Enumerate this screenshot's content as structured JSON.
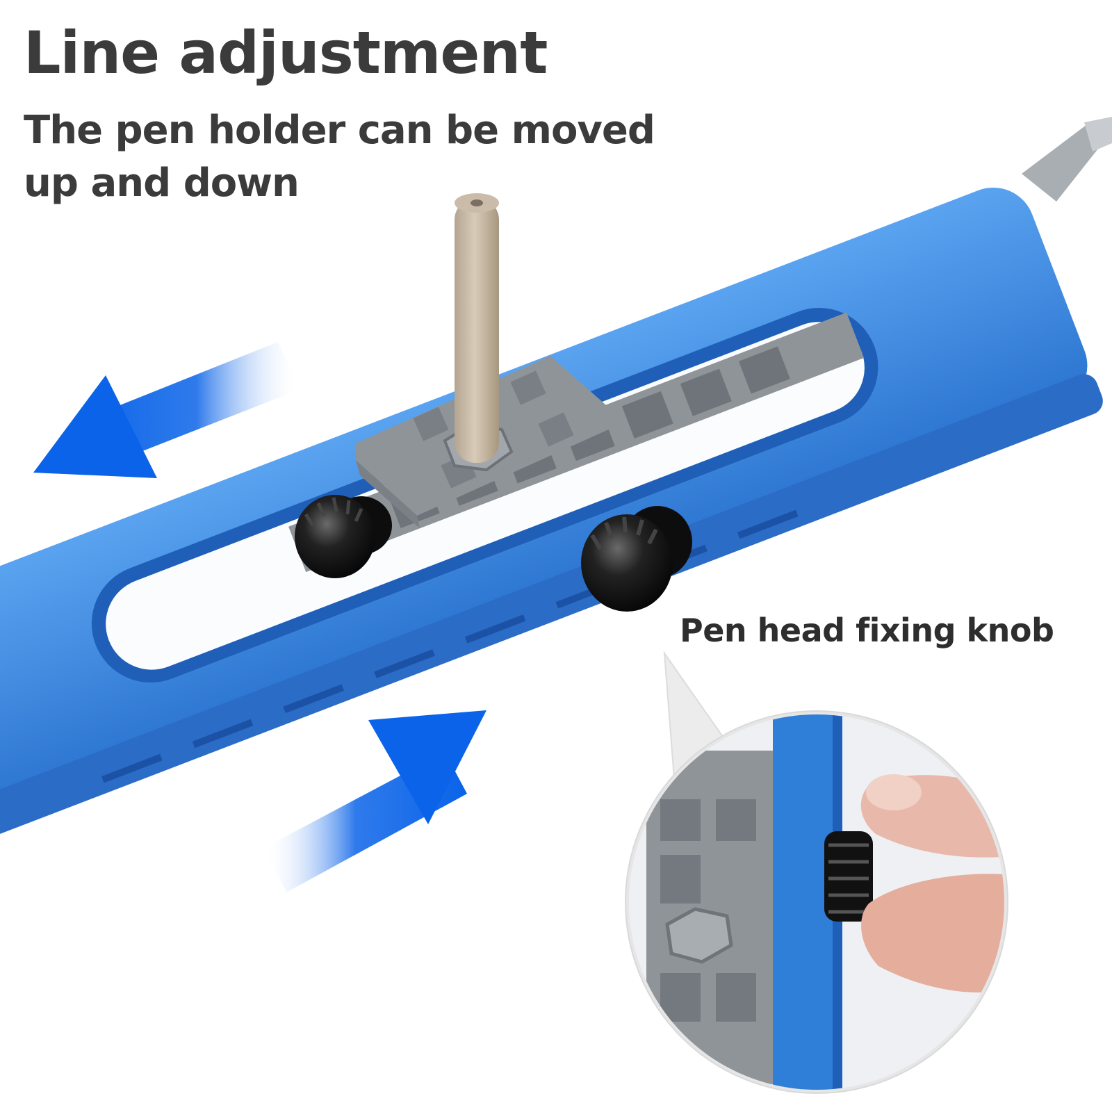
{
  "heading": {
    "title": "Line adjustment",
    "subtitle": "The pen holder can be moved up and down"
  },
  "callout": {
    "label": "Pen head fixing knob"
  },
  "colors": {
    "body_blue": "#2f7fd8",
    "slot_blue": "#1f5fb8",
    "rail_gray": "#8f9499",
    "knob_black": "#1a1a1a",
    "arrow_blue": "#0a63e8",
    "text": "#3b3b3b"
  },
  "icons": {
    "left_arrow": "arrow-left-icon",
    "right_arrow": "arrow-right-icon"
  }
}
